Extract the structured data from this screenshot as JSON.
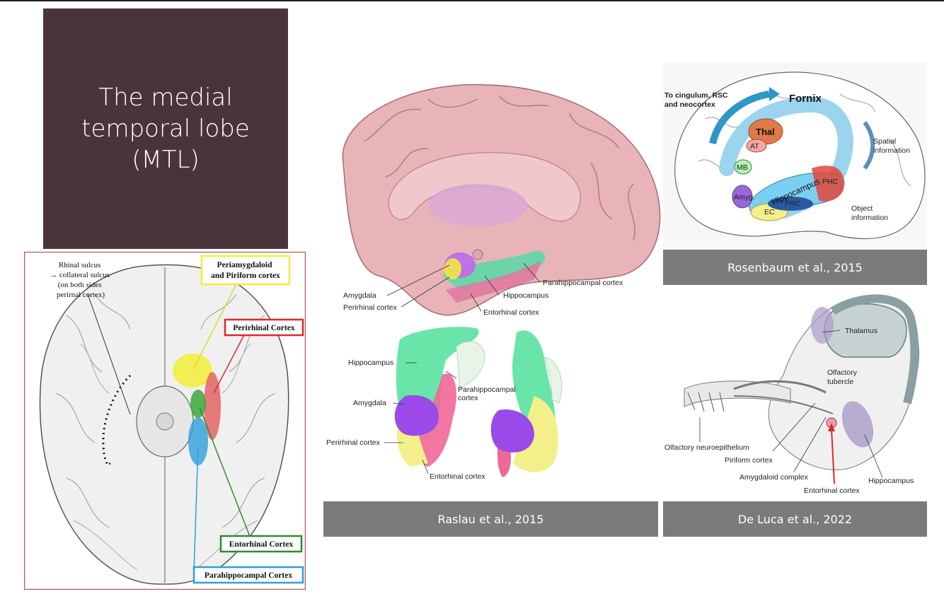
{
  "slide": {
    "title": "The medial\ntemporal lobe\n(MTL)"
  },
  "ventral_figure": {
    "rhinal_note": [
      "Rhinal sulcus",
      "→ collateral sulcus",
      "(on both sides",
      "perirnal cortex)"
    ],
    "periamygdaloid": [
      "Periamygdaloid",
      "and Piriform cortex"
    ],
    "perirhinal": "Perirhinal Cortex",
    "entorhinal": "Entorhinal Cortex",
    "parahippocampal": "Parahippocampal Cortex",
    "colors": {
      "yellow": "#f2ee3a",
      "red": "#d92b2b",
      "green": "#2e8b2e",
      "blue": "#2fa0d8",
      "frame": "#b45a5a"
    }
  },
  "raslau_figure": {
    "top_labels": {
      "amygdala": "Amygdala",
      "perirhinal": "Perirhinal cortex",
      "entorhinal": "Entorhinal cortex",
      "hippocampus": "Hippocampus",
      "parahippocampal": "Parahippocampal cortex"
    },
    "bottom_labels": {
      "hippocampus": "Hippocampus",
      "amygdala": "Amygdala",
      "perirhinal": "Perirhinal cortex",
      "parahippocampal": [
        "Parahippocampal",
        "cortex"
      ],
      "entorhinal": "Entorhinal cortex"
    },
    "caption": "Raslau et al., 2015"
  },
  "rosenbaum_figure": {
    "cingulum_note": [
      "To cingulum, RSC",
      "and neocortex"
    ],
    "fornix": "Fornix",
    "thal": "Thal",
    "at": "AT",
    "mb": "MB",
    "hippocampus": "Hippocampus",
    "phc": "PHC",
    "prc": "PRC",
    "amyg": "Amyg.",
    "ec": "EC",
    "spatial": [
      "Spatial",
      "information"
    ],
    "object": [
      "Object",
      "information"
    ],
    "caption": "Rosenbaum et al., 2015"
  },
  "deluca_figure": {
    "thalamus": "Thalamus",
    "olfactory_tubercle": [
      "Olfactory",
      "tubercle"
    ],
    "neuroepithelium": "Olfactory neuroepithelium",
    "piriform": "Piriform cortex",
    "amygdaloid": "Amygdaloid complex",
    "entorhinal": "Entorhinal cortex",
    "hippocampus": "Hippocampus",
    "caption": "De Luca et al., 2022"
  }
}
